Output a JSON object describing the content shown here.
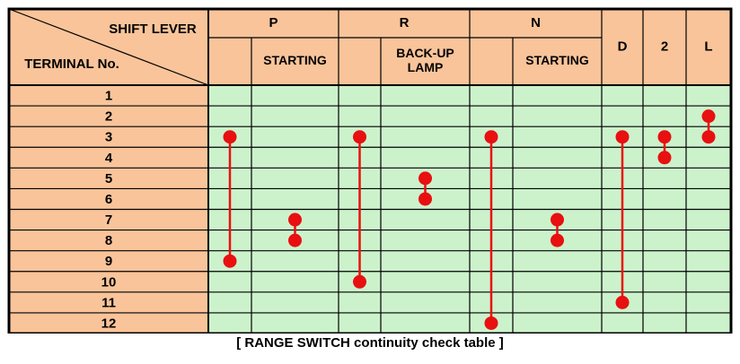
{
  "corner": {
    "top_label": "SHIFT LEVER",
    "bottom_label": "TERMINAL No."
  },
  "columns": [
    {
      "group": "P",
      "sub": ""
    },
    {
      "group": "P",
      "sub": "STARTING"
    },
    {
      "group": "R",
      "sub": ""
    },
    {
      "group": "R",
      "sub": "BACK-UP\nLAMP"
    },
    {
      "group": "N",
      "sub": ""
    },
    {
      "group": "N",
      "sub": "STARTING"
    },
    {
      "group": "D",
      "sub": ""
    },
    {
      "group": "2",
      "sub": ""
    },
    {
      "group": "L",
      "sub": ""
    }
  ],
  "group_headers": [
    {
      "label": "P",
      "span": [
        0,
        1
      ]
    },
    {
      "label": "R",
      "span": [
        2,
        3
      ]
    },
    {
      "label": "N",
      "span": [
        4,
        5
      ]
    },
    {
      "label": "D",
      "span": [
        6,
        6
      ]
    },
    {
      "label": "2",
      "span": [
        7,
        7
      ]
    },
    {
      "label": "L",
      "span": [
        8,
        8
      ]
    }
  ],
  "terminals": [
    "1",
    "2",
    "3",
    "4",
    "5",
    "6",
    "7",
    "8",
    "9",
    "10",
    "11",
    "12"
  ],
  "connections": [
    {
      "column": 0,
      "terminals": [
        3,
        9
      ]
    },
    {
      "column": 1,
      "terminals": [
        7,
        8
      ]
    },
    {
      "column": 2,
      "terminals": [
        3,
        10
      ]
    },
    {
      "column": 3,
      "terminals": [
        5,
        6
      ]
    },
    {
      "column": 4,
      "terminals": [
        3,
        12
      ]
    },
    {
      "column": 5,
      "terminals": [
        7,
        8
      ]
    },
    {
      "column": 6,
      "terminals": [
        3,
        11
      ]
    },
    {
      "column": 7,
      "terminals": [
        3,
        4
      ]
    },
    {
      "column": 8,
      "terminals": [
        2,
        3
      ]
    }
  ],
  "caption": "[ RANGE SWITCH continuity check table ]",
  "colors": {
    "header_fill": "#f9c49a",
    "grid_fill": "#ccf2cc",
    "line": "#000000",
    "connector": "#e81010"
  }
}
